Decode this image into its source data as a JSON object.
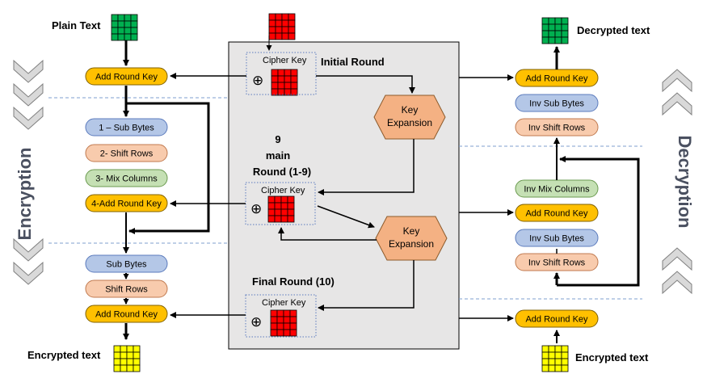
{
  "labels": {
    "plain_text": "Plain Text",
    "decrypted_text": "Decrypted text",
    "encrypted_text_bottom_left": "Encrypted text",
    "encrypted_text_bottom_right": "Encrypted text",
    "initial_round": "Initial Round",
    "main_round_line1": "9",
    "main_round_line2": "main",
    "main_round_line3": "Round (1-9)",
    "final_round": "Final Round (10)",
    "encryption": "Encryption",
    "decryption": "Decryption"
  },
  "center": {
    "cipher_key_1": "Cipher Key",
    "cipher_key_2": "Cipher Key",
    "cipher_key_3": "Cipher Key",
    "key_expansion_1": [
      "Key",
      "Expansion"
    ],
    "key_expansion_2": [
      "Key",
      "Expansion"
    ],
    "xor_symbol": "⊕"
  },
  "left_steps": {
    "add_round_key_initial": "Add Round Key",
    "sub_bytes_1": "1 – Sub Bytes",
    "shift_rows_2": "2- Shift Rows",
    "mix_columns_3": "3- Mix Columns",
    "add_round_key_4": "4-Add Round Key",
    "sub_bytes_final": "Sub Bytes",
    "shift_rows_final": "Shift Rows",
    "add_round_key_final": "Add Round Key"
  },
  "right_steps": {
    "add_round_key_top": "Add Round Key",
    "inv_sub_bytes_top": "Inv  Sub Bytes",
    "inv_shift_rows_top": "Inv Shift Rows",
    "inv_mix_columns": "Inv Mix Columns",
    "add_round_key_mid": "Add Round Key",
    "inv_sub_bytes_mid": "Inv Sub Bytes",
    "inv_shift_rows_mid": "Inv Shift Rows",
    "add_round_key_bottom": "Add Round Key"
  },
  "colors": {
    "add_round_key": "#ffc000",
    "sub_bytes": "#b4c7e7",
    "shift_rows": "#f8cbad",
    "mix_columns": "#c5e0b4",
    "plain_grid": "#00b050",
    "key_grid": "#ff0000",
    "encrypted_grid": "#ffff00",
    "key_expansion": "#f4b183",
    "center_panel": "#e7e6e6"
  }
}
